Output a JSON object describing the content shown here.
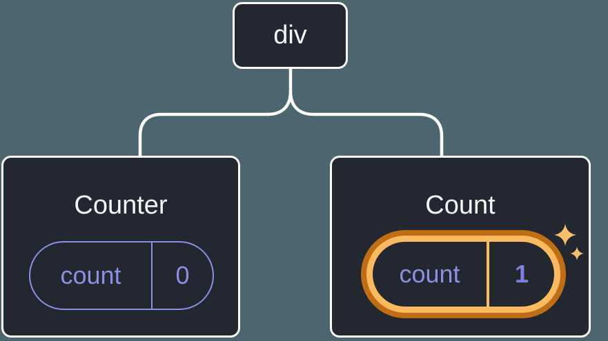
{
  "diagram": {
    "background_color": "#4C656E",
    "node_background": "#23272F",
    "line_color": "#FFFFFF",
    "text_color": "#F6F7F9",
    "accent_purple": "#8A90E2",
    "accent_purple_bold": "#7C82E2",
    "accent_orange_dark": "#C06E15",
    "accent_orange_light": "#FBBA60",
    "sparkle_color": "#F8C06C"
  },
  "root": {
    "label": "div"
  },
  "children": [
    {
      "title": "Counter",
      "highlighted": false,
      "pill": {
        "key": "count",
        "value": "0"
      }
    },
    {
      "title": "Count",
      "highlighted": true,
      "pill": {
        "key": "count",
        "value": "1"
      }
    }
  ]
}
